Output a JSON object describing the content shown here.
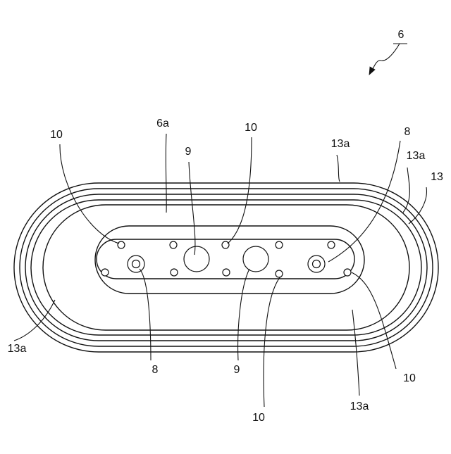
{
  "figure": {
    "labels": {
      "figure_ref": "6",
      "face_6a": "6a",
      "l10_a": "10",
      "l10_b": "10",
      "l10_c": "10",
      "l10_d": "10",
      "l9_a": "9",
      "l9_b": "9",
      "l8_a": "8",
      "l8_b": "8",
      "l13": "13",
      "l13a_a": "13a",
      "l13a_b": "13a",
      "l13a_c": "13a",
      "l13a_d": "13a"
    }
  }
}
